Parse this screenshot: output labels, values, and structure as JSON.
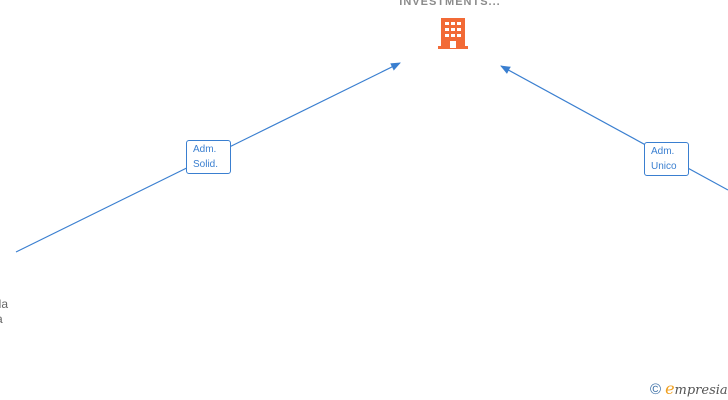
{
  "company": {
    "name": "INVESTMENTS...",
    "icon": "building-icon",
    "icon_color": "#f26a36"
  },
  "edges": [
    {
      "role_line1": "Adm.",
      "role_line2": "Solid."
    },
    {
      "role_line1": "Adm.",
      "role_line2": "Unico"
    }
  ],
  "person": {
    "name_line1": "lla",
    "name_line2": "a"
  },
  "brand": {
    "copyright": "©",
    "logo_initial": "e",
    "logo_rest": "mpresia"
  },
  "colors": {
    "edge": "#3a7fd0",
    "text_muted": "#8a8a8a"
  }
}
